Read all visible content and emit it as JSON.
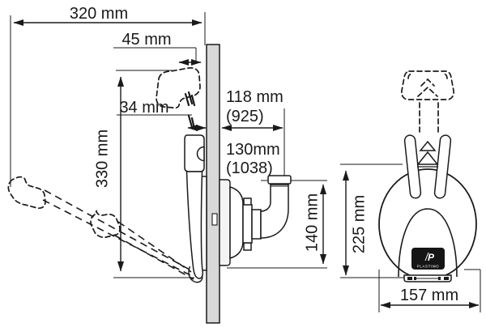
{
  "dims": {
    "d320": "320 mm",
    "d45": "45 mm",
    "d34": "34 mm",
    "d330": "330 mm",
    "d118": "118 mm",
    "d118_model": "(925)",
    "d130": "130mm",
    "d130_model": "(1038)",
    "d140": "140 mm",
    "d225": "225 mm",
    "d157": "157 mm"
  },
  "badge": {
    "letter": "P",
    "brand": "PLASTIMO"
  },
  "colors": {
    "line": "#1a1a1a",
    "wall_fill": "#d8d8d8",
    "badge_fill": "#151515",
    "background": "#ffffff"
  }
}
